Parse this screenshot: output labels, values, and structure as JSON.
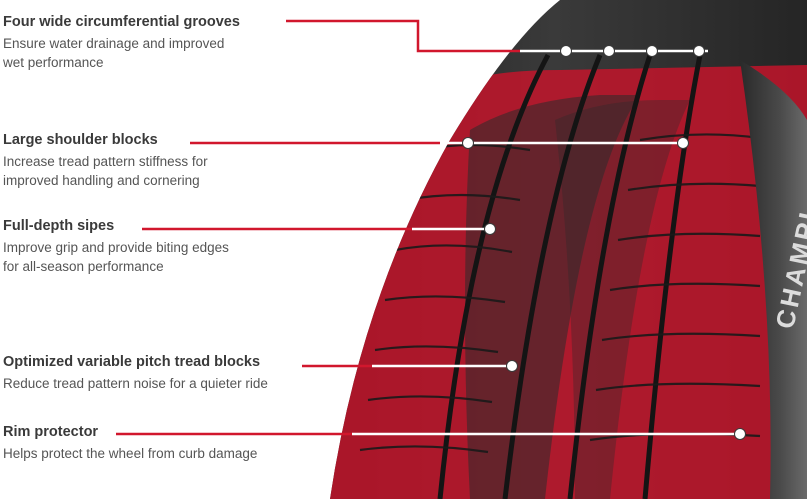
{
  "features": [
    {
      "title": "Four wide circumferential grooves",
      "description": "Ensure water drainage and improved\nwet performance"
    },
    {
      "title": "Large shoulder blocks",
      "description": "Increase tread pattern stiffness for\nimproved handling and cornering"
    },
    {
      "title": "Full-depth sipes",
      "description": "Improve grip and provide biting edges\nfor all-season performance"
    },
    {
      "title": "Optimized variable pitch tread blocks",
      "description": "Reduce tread pattern noise for a quieter ride"
    },
    {
      "title": "Rim protector",
      "description": "Helps protect the wheel from curb damage"
    }
  ],
  "sidewall_text": "CHAMPI",
  "colors": {
    "accent_red": "#d1172d",
    "tread_dark": "#2c2c2c",
    "tread_highlight": "#c8142b",
    "text_dark": "#3a3a3a",
    "text_gray": "#555555"
  }
}
